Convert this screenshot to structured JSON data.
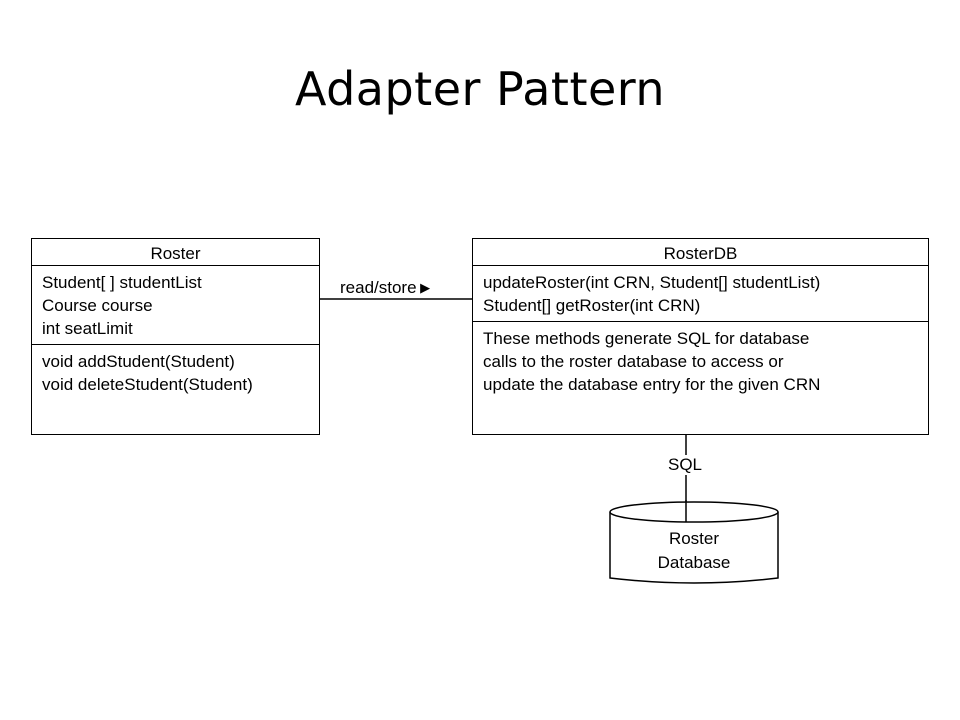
{
  "title": "Adapter Pattern",
  "roster_class": {
    "name": "Roster",
    "attributes": [
      "Student[ ] studentList",
      "Course course",
      "int seatLimit"
    ],
    "methods": [
      "void addStudent(Student)",
      "void deleteStudent(Student)"
    ]
  },
  "rosterdb_class": {
    "name": "RosterDB",
    "methods": [
      "updateRoster(int CRN, Student[] studentList)",
      "Student[] getRoster(int CRN)"
    ],
    "description": [
      "These methods generate SQL for database",
      "calls to the roster database to access or",
      "update the database entry for the given CRN"
    ]
  },
  "association_label": "read/store",
  "sql_label": "SQL",
  "database": {
    "lines": [
      "Roster",
      "Database"
    ]
  }
}
